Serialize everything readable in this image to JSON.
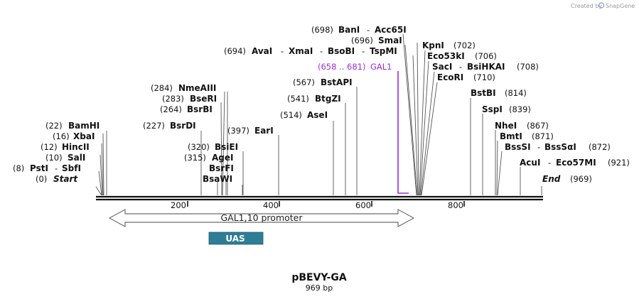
{
  "credit": {
    "text": "Created by",
    "brand": "SnapGene"
  },
  "plasmid": {
    "name": "pBEVY-GA",
    "size_label": "969 bp"
  },
  "scale_ticks": [
    "200",
    "400",
    "600",
    "800"
  ],
  "features": {
    "promoter": "GAL1,10 promoter",
    "uas": "UAS"
  },
  "gal1": {
    "range": "(658 .. 681)",
    "name": "GAL1",
    "color": "#9a2fd6"
  },
  "left_labels": [
    {
      "pos": "(698)",
      "names": [
        "BanI",
        "Acc65I"
      ]
    },
    {
      "pos": "(696)",
      "names": [
        "SmaI"
      ]
    },
    {
      "pos": "(694)",
      "names": [
        "AvaI",
        "XmaI",
        "BsoBI",
        "TspMI"
      ]
    },
    {
      "pos": "(567)",
      "names": [
        "BstAPI"
      ]
    },
    {
      "pos": "(541)",
      "names": [
        "BtgZI"
      ]
    },
    {
      "pos": "(514)",
      "names": [
        "AseI"
      ]
    },
    {
      "pos": "(397)",
      "names": [
        "EarI"
      ]
    },
    {
      "pos": "(284)",
      "names": [
        "NmeAIII"
      ]
    },
    {
      "pos": "(283)",
      "names": [
        "BseRI"
      ]
    },
    {
      "pos": "(264)",
      "names": [
        "BsrBI"
      ]
    },
    {
      "pos": "(227)",
      "names": [
        "BsrDI"
      ]
    },
    {
      "pos": "(320)",
      "names": [
        "BsiEI"
      ]
    },
    {
      "pos": "(315)",
      "names": [
        "AgeI"
      ]
    },
    {
      "pos": "",
      "names": [
        "BsrFI"
      ]
    },
    {
      "pos": "",
      "names": [
        "BsaWI"
      ]
    },
    {
      "pos": "(22)",
      "names": [
        "BamHI"
      ]
    },
    {
      "pos": "(16)",
      "names": [
        "XbaI"
      ]
    },
    {
      "pos": "(12)",
      "names": [
        "HincII"
      ]
    },
    {
      "pos": "(10)",
      "names": [
        "SalI"
      ]
    },
    {
      "pos": "(8)",
      "names": [
        "PstI",
        "SbfI"
      ]
    },
    {
      "pos": "(0)",
      "names": [
        "Start"
      ]
    }
  ],
  "right_labels": [
    {
      "pos": "(702)",
      "names": [
        "KpnI"
      ]
    },
    {
      "pos": "(706)",
      "names": [
        "Eco53kI"
      ]
    },
    {
      "pos": "(708)",
      "names": [
        "SacI",
        "BsiHKAI"
      ]
    },
    {
      "pos": "(710)",
      "names": [
        "EcoRI"
      ]
    },
    {
      "pos": "(814)",
      "names": [
        "BstBI"
      ]
    },
    {
      "pos": "(839)",
      "names": [
        "SspI"
      ]
    },
    {
      "pos": "(867)",
      "names": [
        "NheI"
      ]
    },
    {
      "pos": "(871)",
      "names": [
        "BmtI"
      ]
    },
    {
      "pos": "(872)",
      "names": [
        "BssSI",
        "BssSαI"
      ]
    },
    {
      "pos": "(921)",
      "names": [
        "AcuI",
        "Eco57MI"
      ]
    },
    {
      "pos": "(969)",
      "names": [
        "End"
      ]
    }
  ],
  "colors": {
    "uas_fill": "#2e7d96",
    "gal1": "#9a2fd6",
    "line": "#555555"
  }
}
